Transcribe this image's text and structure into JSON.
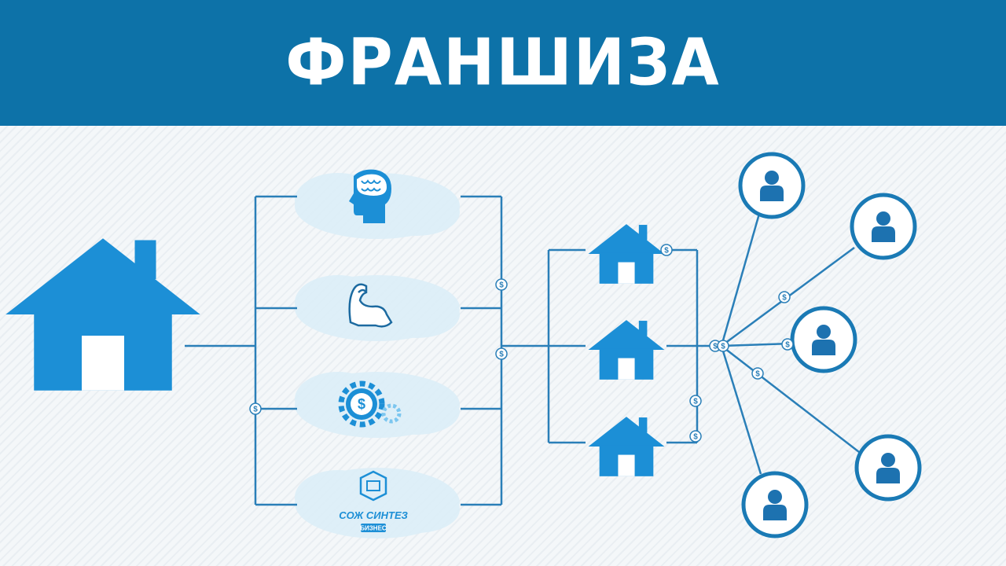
{
  "header": {
    "title": "ФРАНШИЗА"
  },
  "diagram": {
    "currency_symbol": "$",
    "logo": {
      "line1": "СОЖ СИНТЕЗ",
      "line2": "БИЗНЕС"
    },
    "colors": {
      "header": "#0d72a8",
      "accent": "#1c8fd6",
      "line": "#2a7fb8",
      "cloud": "#dbeef8"
    },
    "icons": [
      "house-icon",
      "brain-head-icon",
      "flexed-arm-icon",
      "gear-dollar-icon",
      "logo-icon",
      "person-icon",
      "dollar-coin-icon"
    ]
  }
}
